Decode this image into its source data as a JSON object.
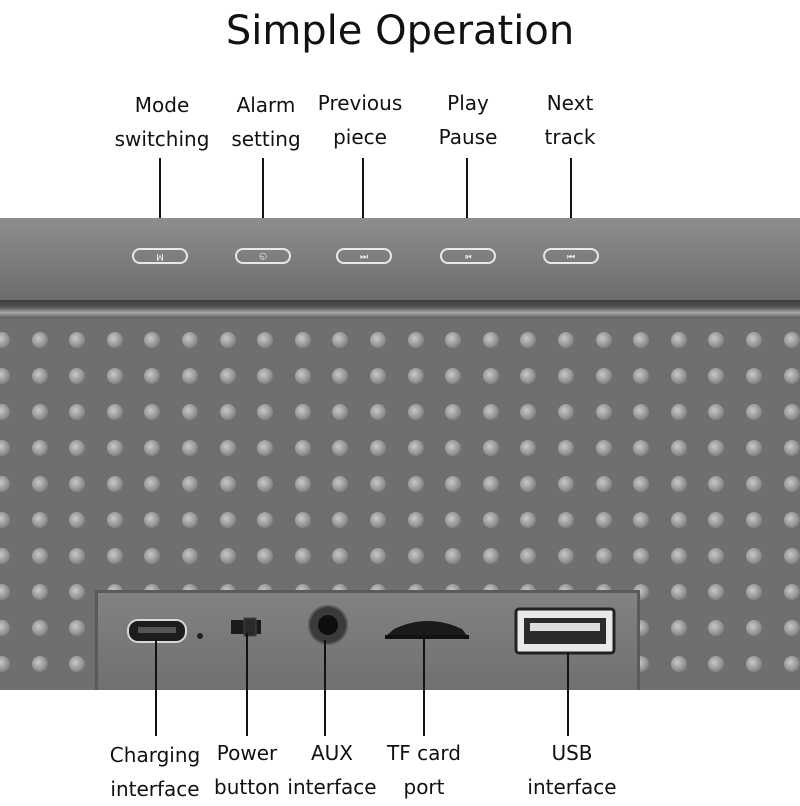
{
  "title": "Simple Operation",
  "top_labels": [
    {
      "line1": "Mode",
      "line2": "switching",
      "button_glyph": "M",
      "icon": "mode-icon"
    },
    {
      "line1": "Alarm",
      "line2": "setting",
      "button_glyph": "◷",
      "icon": "alarm-icon"
    },
    {
      "line1": "Previous",
      "line2": "piece",
      "button_glyph": "⏮",
      "icon": "previous-icon"
    },
    {
      "line1": "Play",
      "line2": "Pause",
      "button_glyph": "⏯",
      "icon": "play-pause-icon"
    },
    {
      "line1": "Next",
      "line2": "track",
      "button_glyph": "⏭",
      "icon": "next-icon"
    }
  ],
  "bottom_labels": [
    {
      "line1": "Charging",
      "line2": "interface",
      "icon": "micro-usb-port-icon"
    },
    {
      "line1": "Power",
      "line2": "button",
      "icon": "power-switch-icon"
    },
    {
      "line1": "AUX",
      "line2": "interface",
      "icon": "aux-jack-icon"
    },
    {
      "line1": "TF card",
      "line2": "port",
      "icon": "tf-card-slot-icon"
    },
    {
      "line1": "USB",
      "line2": "interface",
      "icon": "usb-port-icon"
    }
  ],
  "colors": {
    "body": "#7a7a7c",
    "grille": "#6f6f71",
    "text": "#111111"
  }
}
